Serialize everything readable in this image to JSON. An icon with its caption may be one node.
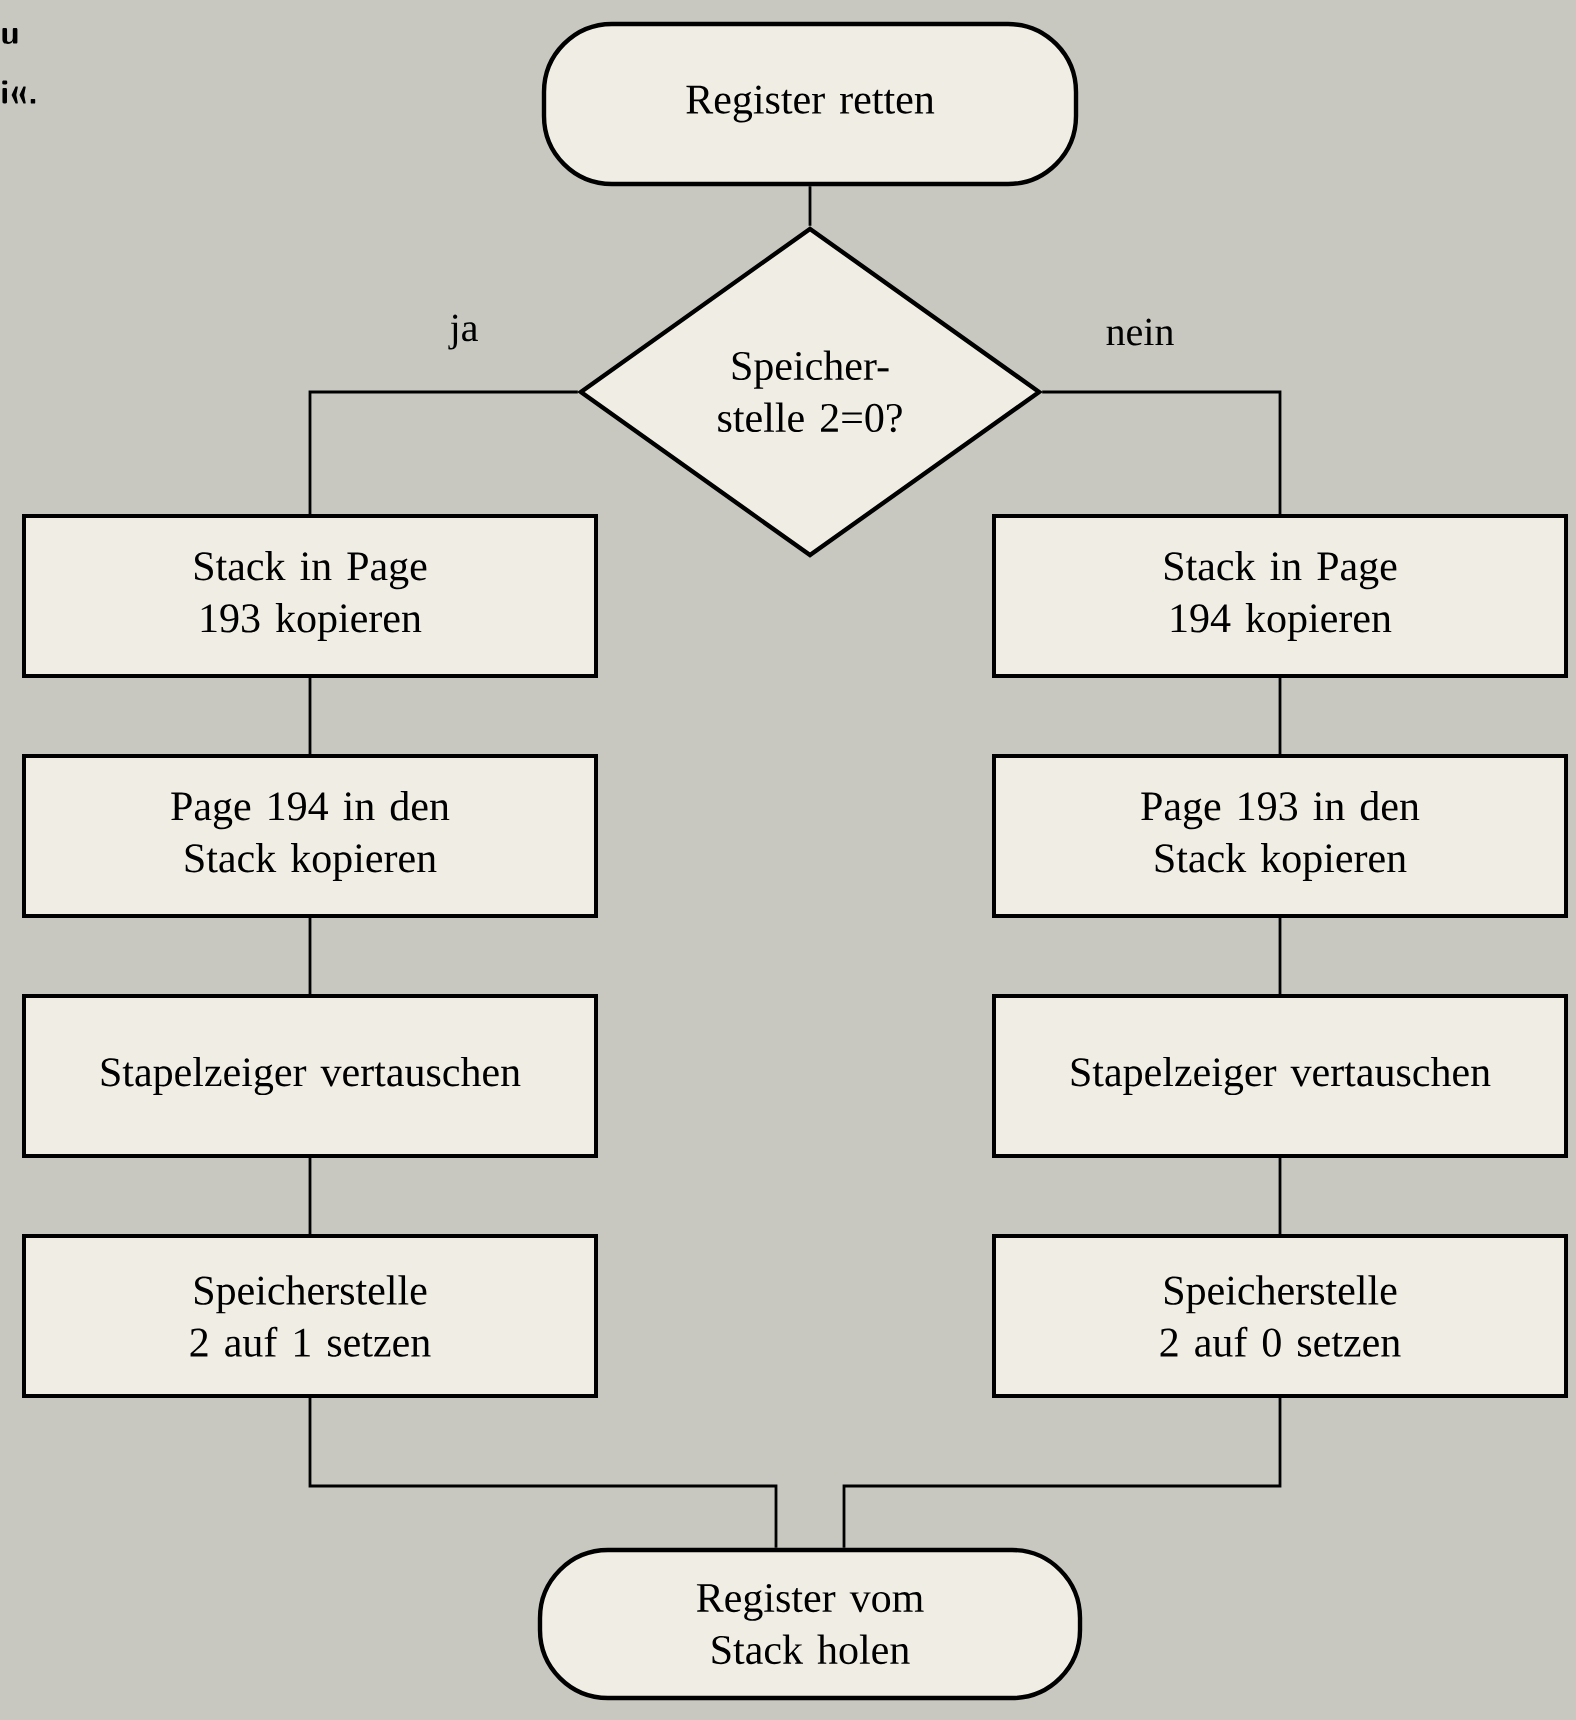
{
  "diagram": {
    "nodes": [
      {
        "text": [
          "Register retten"
        ]
      },
      {
        "text": [
          "Speicher- stelle 2=0?"
        ]
      },
      {
        "text": [
          "Stack in Page 193 kopieren"
        ]
      },
      {
        "text": [
          "Page 194 in den Stack kopieren"
        ]
      },
      {
        "text": [
          "Stapelzeiger vertauschen"
        ]
      },
      {
        "text": [
          "Speicherstelle 2 auf 1 setzen"
        ]
      },
      {
        "text": [
          "Stack in Page 194 kopieren"
        ]
      },
      {
        "text": [
          "Page 193 in den Stack kopieren"
        ]
      },
      {
        "text": [
          "Stapelzeiger vertauschen"
        ]
      },
      {
        "text": [
          "Speicherstelle 2 auf 0 setzen"
        ]
      },
      {
        "text": [
          "Register vom Stack holen"
        ]
      }
    ],
    "edges": [
      {
        "from": 0,
        "to": 1,
        "arrow": "none"
      },
      {
        "from": 1,
        "to": 2,
        "arrow": "none",
        "label": "ja"
      },
      {
        "from": 1,
        "to": 6,
        "arrow": "none",
        "label": "nein"
      },
      {
        "from": 2,
        "to": 3,
        "arrow": "none"
      },
      {
        "from": 3,
        "to": 4,
        "arrow": "none"
      },
      {
        "from": 4,
        "to": 5,
        "arrow": "none"
      },
      {
        "from": 6,
        "to": 7,
        "arrow": "none"
      },
      {
        "from": 7,
        "to": 8,
        "arrow": "none"
      },
      {
        "from": 8,
        "to": 9,
        "arrow": "none"
      },
      {
        "from": 5,
        "to": 10,
        "arrow": "none"
      },
      {
        "from": 9,
        "to": 10,
        "arrow": "none"
      }
    ],
    "labels": [
      "u",
      "i«."
    ]
  }
}
